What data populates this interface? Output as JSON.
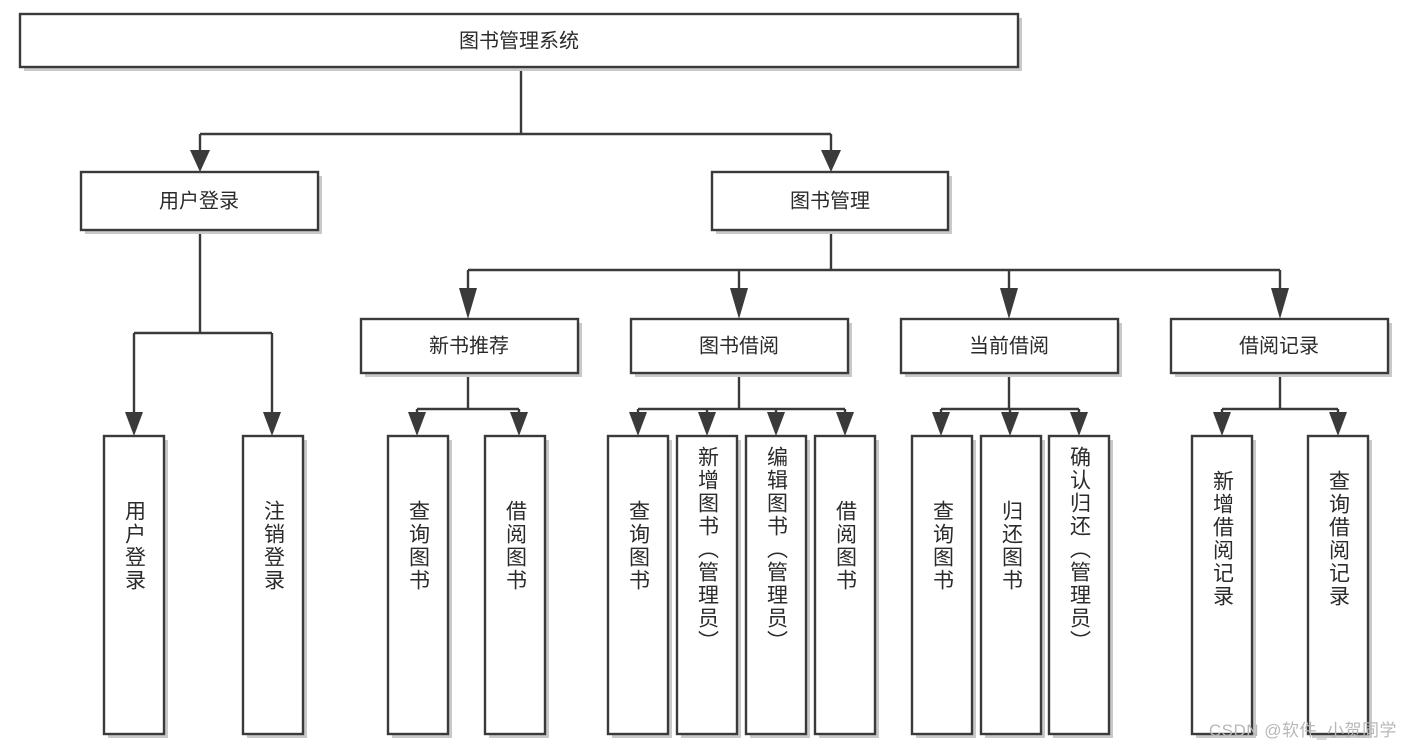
{
  "diagram": {
    "type": "tree-hierarchy",
    "title": "图书管理系统",
    "watermark": "CSDN @软件_小贺同学",
    "colors": {
      "background": "#ffffff",
      "box_fill": "#ffffff",
      "box_stroke": "#3a3a3a",
      "shadow": "#c9c9c9",
      "text": "#2b2b2b",
      "watermark": "#b8b8b8"
    },
    "levels": {
      "root": {
        "label": "图书管理系统"
      },
      "level1": [
        {
          "label": "用户登录"
        },
        {
          "label": "图书管理"
        }
      ],
      "level2": [
        {
          "label": "新书推荐"
        },
        {
          "label": "图书借阅"
        },
        {
          "label": "当前借阅"
        },
        {
          "label": "借阅记录"
        }
      ],
      "leaves_user_login": [
        {
          "label": "用户登录"
        },
        {
          "label": "注销登录"
        }
      ],
      "leaves_new_book": [
        {
          "label": "查询图书"
        },
        {
          "label": "借阅图书"
        }
      ],
      "leaves_borrow": [
        {
          "label": "查询图书"
        },
        {
          "label": "新增图书（管理员）"
        },
        {
          "label": "编辑图书（管理员）"
        },
        {
          "label": "借阅图书"
        }
      ],
      "leaves_current": [
        {
          "label": "查询图书"
        },
        {
          "label": "归还图书"
        },
        {
          "label": "确认归还（管理员）"
        }
      ],
      "leaves_records": [
        {
          "label": "新增借阅记录"
        },
        {
          "label": "查询借阅记录"
        }
      ]
    }
  }
}
